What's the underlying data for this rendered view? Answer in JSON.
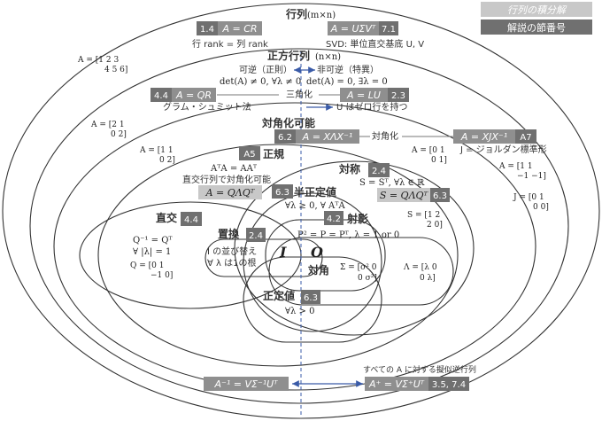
{
  "legend": {
    "decomposition": "行列の積分解",
    "section_number": "解説の節番号"
  },
  "colors": {
    "label_dark": "#707070",
    "label_mid": "#8f8f8f",
    "label_light": "#c8c8c8",
    "arrow_blue": "#3a5ba8",
    "line": "#333333"
  },
  "matrix": {
    "title": "行列",
    "size": "(m×n)",
    "cr_sec": "1.4",
    "cr": "A = CR",
    "cr_note": "行 rank = 列 rank",
    "svd": "A = UΣVᵀ",
    "svd_sec": "7.1",
    "svd_note": "SVD: 単位直交基底 U, V",
    "example": [
      "A = [1 2 3",
      "4 5 6]"
    ]
  },
  "square": {
    "title": "正方行列",
    "size": "(n×n)",
    "invertible": "可逆（正則）",
    "singular": "非可逆（特異）",
    "det_nonzero": "det(A) ≠ 0, ∀λ ≠ 0",
    "det_zero": "det(A) = 0, ∃λ = 0",
    "qr_sec": "4.4",
    "qr": "A = QR",
    "qr_note": "グラム・シュミット法",
    "triangular": "三角化",
    "lu": "A = LU",
    "lu_sec": "2.3",
    "lu_note": "U はゼロ行を持つ",
    "example": [
      "A = [2 1",
      "0 2]"
    ]
  },
  "diagonalizable": {
    "title": "対角化可能",
    "sec": "6.2",
    "formula": "A = XΛX⁻¹",
    "diagonalize": "対角化",
    "jordan": "A = XJX⁻¹",
    "jordan_sec": "A7",
    "jordan_note": "J = ジョルダン標準形",
    "example_left": [
      "A = [1 1",
      "0 2]"
    ],
    "example_right": [
      "A = [0 1",
      "0 1]"
    ],
    "example_right2": [
      "A = [1 1",
      "−1 −1]"
    ],
    "example_j": [
      "J = [0 1",
      "0 0]"
    ]
  },
  "normal": {
    "sec": "A5",
    "title": "正規",
    "def": "AᵀA = AAᵀ",
    "note": "直交行列で対角化可能",
    "formula": "A = QΛQᵀ"
  },
  "symmetric": {
    "title": "対称",
    "sec": "2.4",
    "def": "S = Sᵀ, ∀λ ∈ ℝ",
    "formula": "S = QΛQᵀ",
    "formula_sec": "6.3",
    "example": [
      "S = [1 2",
      "2 0]"
    ]
  },
  "psd": {
    "sec": "6.3",
    "title": "半正定値",
    "def": "∀λ ≥ 0, ∀ AᵀA"
  },
  "projection": {
    "sec": "4.2",
    "title": "射影",
    "def": "P² = P = Pᵀ, λ = 1 or 0"
  },
  "orthogonal": {
    "title": "直交",
    "sec": "4.4",
    "def": "Q⁻¹ = Qᵀ",
    "eig": "∀ |λ| = 1",
    "example": [
      "Q = [0 1",
      "−1 0]"
    ]
  },
  "permutation": {
    "title": "置換",
    "sec": "2.4",
    "note1": "I の並び替え",
    "note2": "∀ λ は1の根"
  },
  "identity": "I",
  "zero": "O",
  "diagonal": {
    "title": "対角",
    "sigma": [
      "Σ = [σ² 0",
      "0 σ²]"
    ],
    "lambda": [
      "Λ = [λ 0",
      "0 λ]"
    ]
  },
  "pd": {
    "title": "正定値",
    "sec": "6.3",
    "def": "∀λ > 0"
  },
  "bottom": {
    "inverse": "A⁻¹ = VΣ⁻¹Uᵀ",
    "pseudo_note": "すべての A に対する擬似逆行列",
    "pseudo": "A⁺ = VΣ⁺Uᵀ",
    "pseudo_sec": "3.5, 7.4"
  }
}
